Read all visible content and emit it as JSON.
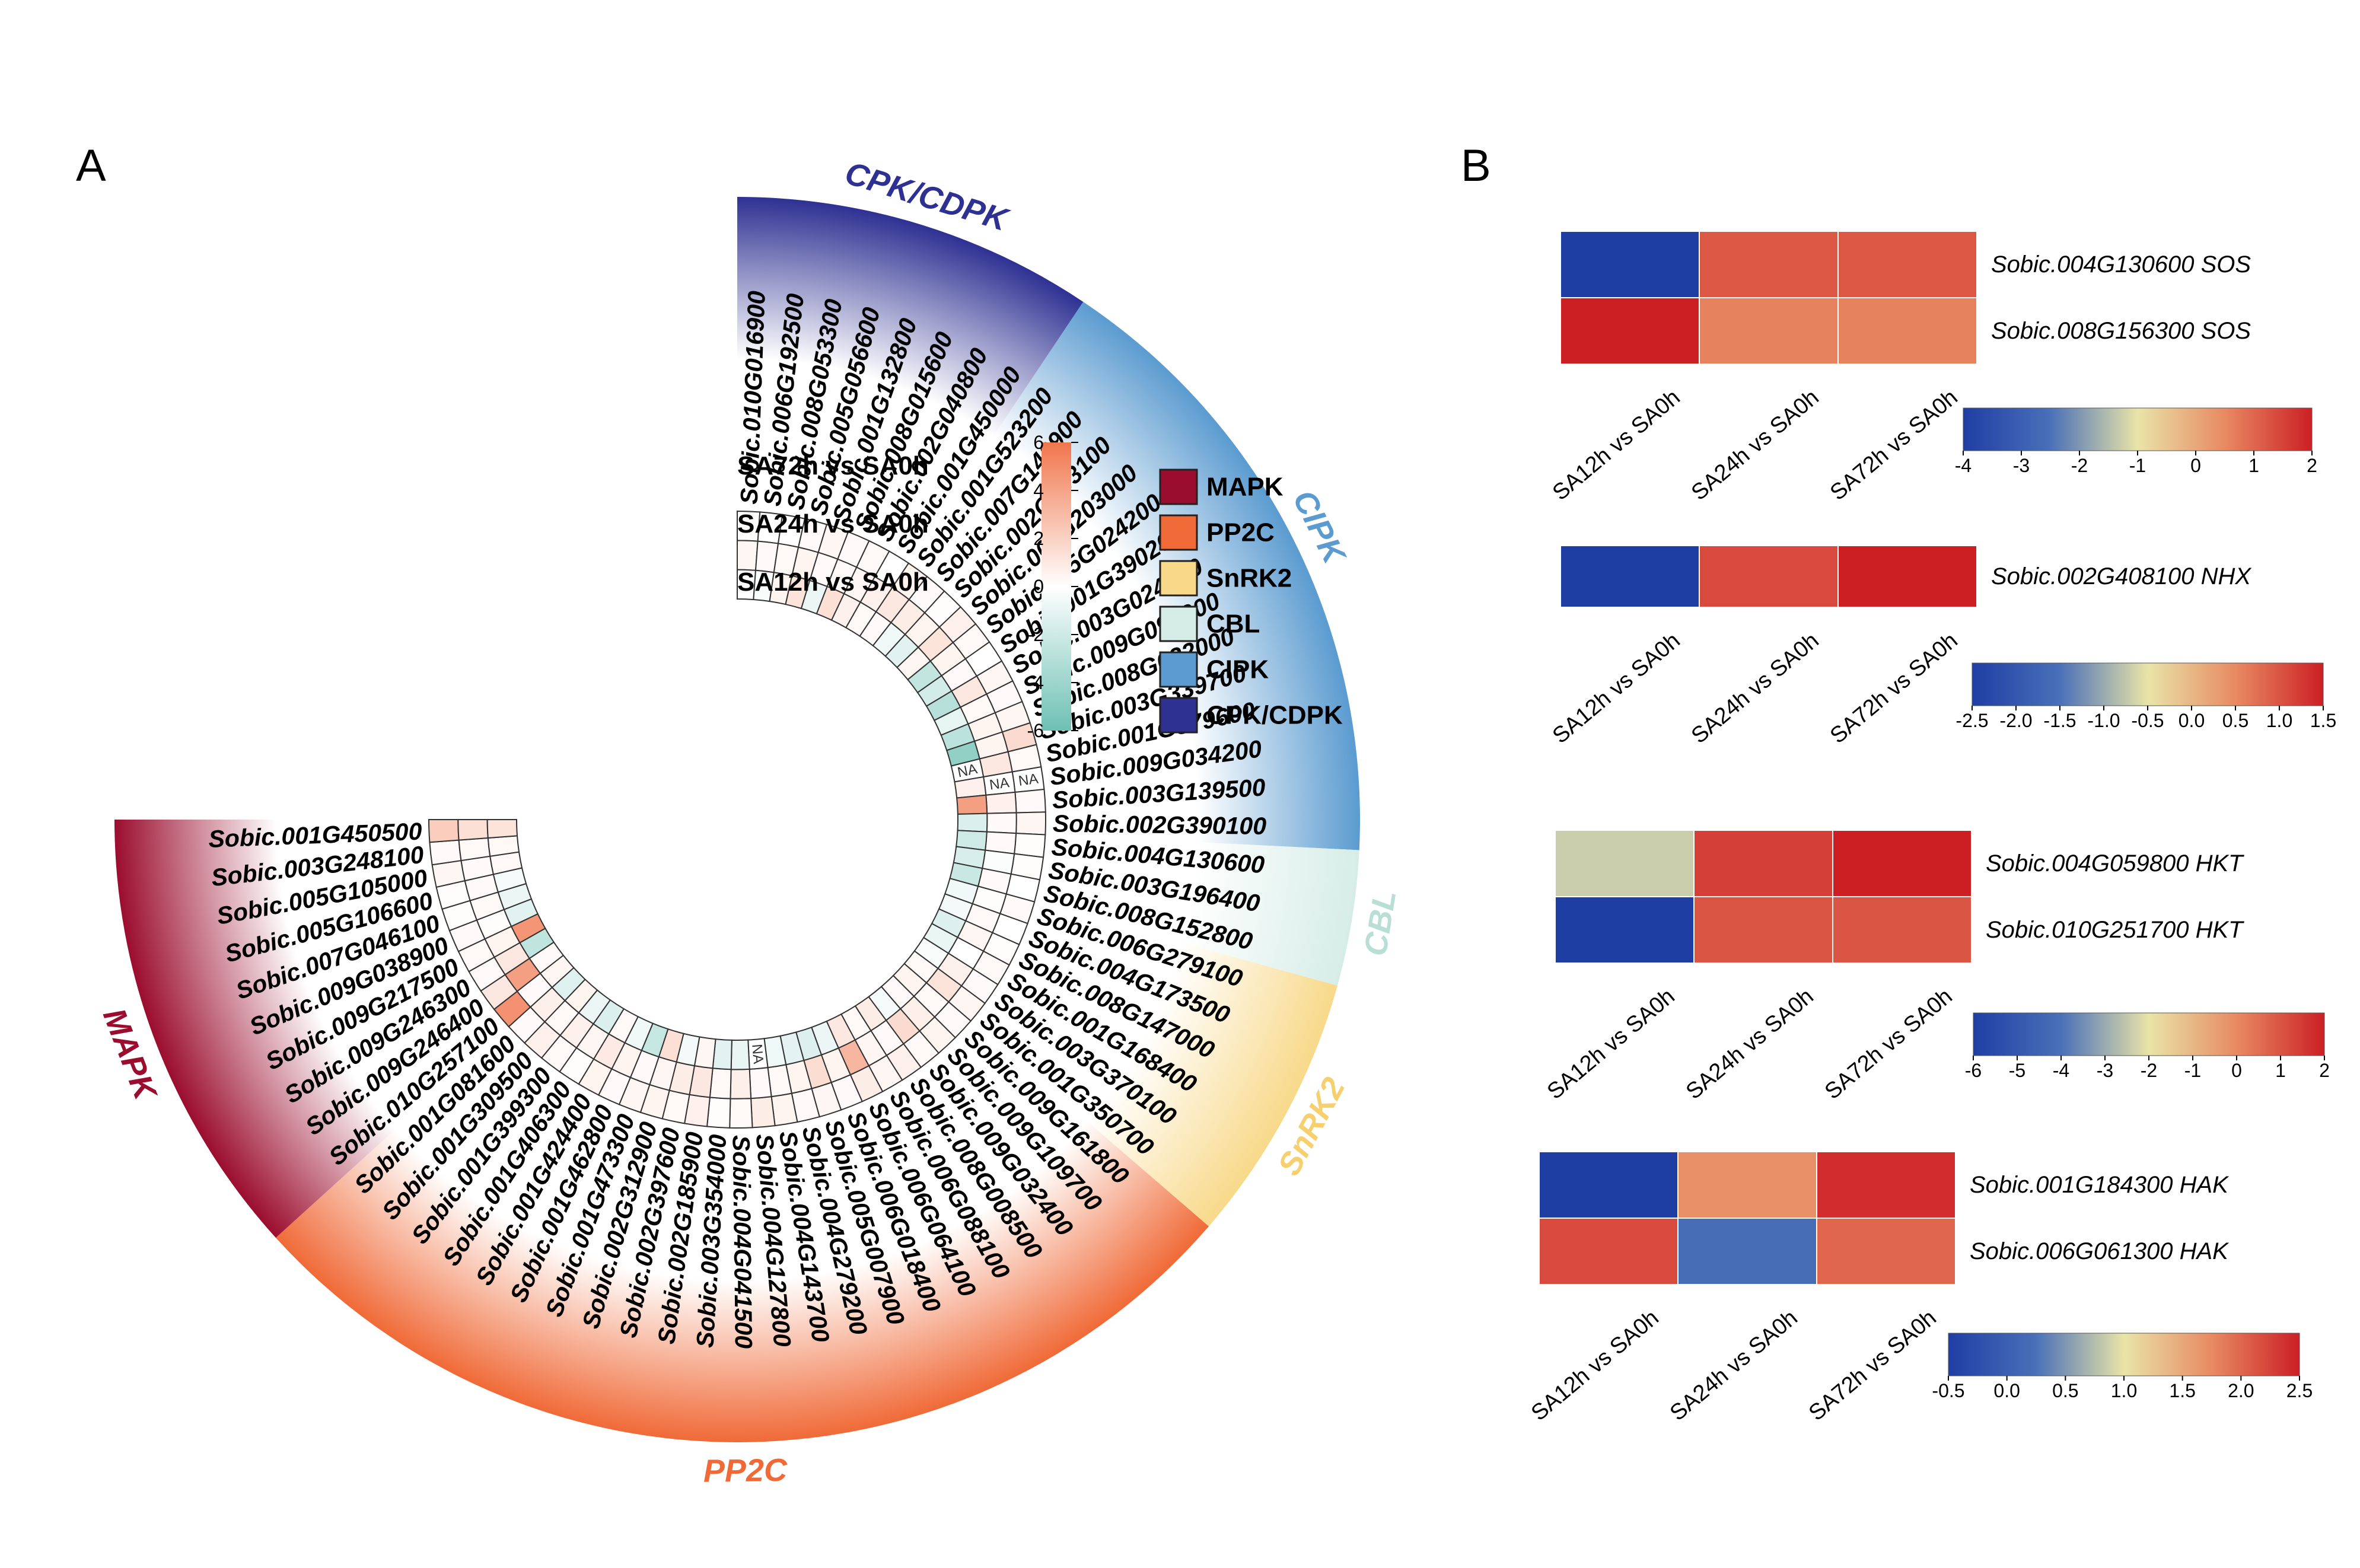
{
  "panel_a": {
    "letter": "A",
    "ring_labels": [
      "SA72h vs SA0h",
      "SA24h vs SA0h",
      "SA12h vs SA0h"
    ],
    "na_label": "NA",
    "color_scale": {
      "ticks": [
        "6",
        "4",
        "2",
        "0",
        "-2",
        "-4",
        "-6"
      ],
      "min": -6,
      "max": 6,
      "low_color": "#6dc0b3",
      "mid_color": "#ffffff",
      "high_color": "#f0764c"
    },
    "legend": [
      {
        "name": "MAPK",
        "color": "#9b0d2e"
      },
      {
        "name": "PP2C",
        "color": "#f06a38"
      },
      {
        "name": "SnRK2",
        "color": "#f8d98a"
      },
      {
        "name": "CBL",
        "color": "#d6ede7"
      },
      {
        "name": "CIPK",
        "color": "#5b9bd0"
      },
      {
        "name": "CPK/CDPK",
        "color": "#2e3192"
      }
    ],
    "families": [
      {
        "name": "CPK/CDPK",
        "color": "#2e3192",
        "genes": [
          "Sobic.010G016900",
          "Sobic.006G192500",
          "Sobic.008G053300",
          "Sobic.005G056600",
          "Sobic.001G132800",
          "Sobic.008G015600",
          "Sobic.002G040800",
          "Sobic.001G450000"
        ]
      },
      {
        "name": "CIPK",
        "color": "#5b9bd0",
        "genes": [
          "Sobic.001G523200",
          "Sobic.007G140900",
          "Sobic.002G203100",
          "Sobic.002G203000",
          "Sobic.005G024200",
          "Sobic.001G390200",
          "Sobic.003G024400",
          "Sobic.009G097300",
          "Sobic.008G032000",
          "Sobic.003G339700",
          "Sobic.001G379600",
          "Sobic.009G034200",
          "Sobic.003G139500",
          "Sobic.002G390100"
        ]
      },
      {
        "name": "CBL",
        "color": "#d6ede7",
        "genes": [
          "Sobic.004G130600",
          "Sobic.003G196400",
          "Sobic.008G152800"
        ]
      },
      {
        "name": "SnRK2",
        "color": "#f8d98a",
        "genes": [
          "Sobic.006G279100",
          "Sobic.004G173500",
          "Sobic.008G147000",
          "Sobic.001G168400",
          "Sobic.003G370100",
          "Sobic.001G350700"
        ]
      },
      {
        "name": "PP2C",
        "color": "#f06a38",
        "genes": [
          "Sobic.009G161800",
          "Sobic.009G109700",
          "Sobic.009G032400",
          "Sobic.008G008500",
          "Sobic.006G088100",
          "Sobic.006G064100",
          "Sobic.006G018400",
          "Sobic.005G007900",
          "Sobic.004G279200",
          "Sobic.004G143700",
          "Sobic.004G127800",
          "Sobic.004G041500",
          "Sobic.003G354000",
          "Sobic.002G185900",
          "Sobic.002G397600",
          "Sobic.002G312900",
          "Sobic.001G473300",
          "Sobic.001G462800",
          "Sobic.001G424400",
          "Sobic.001G406300",
          "Sobic.001G399300",
          "Sobic.001G309500",
          "Sobic.001G081600"
        ]
      },
      {
        "name": "MAPK",
        "color": "#9b0d2e",
        "genes": [
          "Sobic.010G257100",
          "Sobic.009G246400",
          "Sobic.009G246300",
          "Sobic.009G217500",
          "Sobic.009G038900",
          "Sobic.007G046100",
          "Sobic.005G106600",
          "Sobic.005G105000",
          "Sobic.003G248100",
          "Sobic.001G450500"
        ]
      }
    ]
  },
  "panel_b": {
    "letter": "B",
    "column_labels": [
      "SA12h vs SA0h",
      "SA24h vs SA0h",
      "SA72h vs SA0h"
    ]
  },
  "chart_data": [
    {
      "type": "heatmap",
      "layout": "circular",
      "rings": [
        "SA72h vs SA0h",
        "SA24h vs SA0h",
        "SA12h vs SA0h"
      ],
      "value_range": [
        -6,
        6
      ],
      "note_cells": "NA = not available",
      "rows": [
        {
          "gene": "Sobic.010G016900",
          "values": [
            0.1,
            0.4,
            0
          ]
        },
        {
          "gene": "Sobic.006G192500",
          "values": [
            0,
            0.2,
            -0.3
          ]
        },
        {
          "gene": "Sobic.008G053300",
          "values": [
            0,
            0.3,
            0.5
          ]
        },
        {
          "gene": "Sobic.005G056600",
          "values": [
            0.2,
            0.5,
            1.2
          ]
        },
        {
          "gene": "Sobic.001G132800",
          "values": [
            0.4,
            0.2,
            -0.8
          ]
        },
        {
          "gene": "Sobic.008G015600",
          "values": [
            0.2,
            0.3,
            1.4
          ]
        },
        {
          "gene": "Sobic.002G040800",
          "values": [
            0.3,
            0.4,
            0.6
          ]
        },
        {
          "gene": "Sobic.001G450000",
          "values": [
            0,
            0.6,
            0.3
          ]
        },
        {
          "gene": "Sobic.001G523200",
          "values": [
            0.5,
            1,
            0.2
          ]
        },
        {
          "gene": "Sobic.007G140900",
          "values": [
            0.2,
            0.8,
            -0.6
          ]
        },
        {
          "gene": "Sobic.002G203100",
          "values": [
            0.1,
            0.5,
            -1.2
          ]
        },
        {
          "gene": "Sobic.002G203000",
          "values": [
            0.6,
            1.2,
            0.4
          ]
        },
        {
          "gene": "Sobic.005G024200",
          "values": [
            0.3,
            0.5,
            -2.5
          ]
        },
        {
          "gene": "Sobic.001G390200",
          "values": [
            0,
            0.2,
            -1.8
          ]
        },
        {
          "gene": "Sobic.003G024400",
          "values": [
            0.4,
            1,
            -3
          ]
        },
        {
          "gene": "Sobic.009G097300",
          "values": [
            0.2,
            0.3,
            -1
          ]
        },
        {
          "gene": "Sobic.008G032000",
          "values": [
            0.4,
            0.5,
            -2.8
          ]
        },
        {
          "gene": "Sobic.003G339700",
          "values": [
            1.6,
            0.5,
            -4.5
          ]
        },
        {
          "gene": "Sobic.001G379600",
          "values": [
            0.3,
            1,
            "NA"
          ]
        },
        {
          "gene": "Sobic.009G034200",
          "values": [
            "NA",
            "NA",
            0.6
          ]
        },
        {
          "gene": "Sobic.003G139500",
          "values": [
            0.2,
            0.6,
            4.2
          ]
        },
        {
          "gene": "Sobic.002G390100",
          "values": [
            0.4,
            0.2,
            -1.5
          ]
        },
        {
          "gene": "Sobic.004G130600",
          "values": [
            0.1,
            0.2,
            -2
          ]
        },
        {
          "gene": "Sobic.003G196400",
          "values": [
            0.1,
            -0.2,
            -1.6
          ]
        },
        {
          "gene": "Sobic.008G152800",
          "values": [
            0,
            0.2,
            -2.2
          ]
        },
        {
          "gene": "Sobic.006G279100",
          "values": [
            0.2,
            0.1,
            -0.6
          ]
        },
        {
          "gene": "Sobic.004G173500",
          "values": [
            0,
            0.3,
            -0.5
          ]
        },
        {
          "gene": "Sobic.008G147000",
          "values": [
            0.1,
            0.4,
            -1.4
          ]
        },
        {
          "gene": "Sobic.001G168400",
          "values": [
            0.3,
            0,
            -0.9
          ]
        },
        {
          "gene": "Sobic.003G370100",
          "values": [
            0.2,
            0.6,
            -0.3
          ]
        },
        {
          "gene": "Sobic.001G350700",
          "values": [
            0.4,
            1.2,
            0.3
          ]
        },
        {
          "gene": "Sobic.009G161800",
          "values": [
            0.2,
            0.3,
            0.5
          ]
        },
        {
          "gene": "Sobic.009G109700",
          "values": [
            0.5,
            0.7,
            0.2
          ]
        },
        {
          "gene": "Sobic.009G032400",
          "values": [
            0.3,
            1.6,
            -0.4
          ]
        },
        {
          "gene": "Sobic.008G008500",
          "values": [
            0.6,
            0.2,
            0.8
          ]
        },
        {
          "gene": "Sobic.006G088100",
          "values": [
            0.4,
            0.4,
            0.3
          ]
        },
        {
          "gene": "Sobic.006G064100",
          "values": [
            0.8,
            3.2,
            1
          ]
        },
        {
          "gene": "Sobic.006G018400",
          "values": [
            0.2,
            0.5,
            -0.8
          ]
        },
        {
          "gene": "Sobic.005G007900",
          "values": [
            0.4,
            1.5,
            -1.4
          ]
        },
        {
          "gene": "Sobic.004G279200",
          "values": [
            0.2,
            0.5,
            -1.1
          ]
        },
        {
          "gene": "Sobic.004G143700",
          "values": [
            0.5,
            0.3,
            -0.7
          ]
        },
        {
          "gene": "Sobic.004G127800",
          "values": [
            0.8,
            0.2,
            "NA"
          ]
        },
        {
          "gene": "Sobic.004G041500",
          "values": [
            0.3,
            0.7,
            -0.9
          ]
        },
        {
          "gene": "Sobic.003G354000",
          "values": [
            0.1,
            0.3,
            -1.2
          ]
        },
        {
          "gene": "Sobic.002G185900",
          "values": [
            0.6,
            1,
            0.4
          ]
        },
        {
          "gene": "Sobic.002G397600",
          "values": [
            0.3,
            0.8,
            -0.5
          ]
        },
        {
          "gene": "Sobic.002G312900",
          "values": [
            0.5,
            0.4,
            1.4
          ]
        },
        {
          "gene": "Sobic.001G473300",
          "values": [
            0.4,
            0.2,
            -2.4
          ]
        },
        {
          "gene": "Sobic.001G462800",
          "values": [
            0.2,
            0.5,
            -0.6
          ]
        },
        {
          "gene": "Sobic.001G424400",
          "values": [
            0.5,
            0.9,
            0.3
          ]
        },
        {
          "gene": "Sobic.001G406300",
          "values": [
            0.1,
            0.4,
            -1.5
          ]
        },
        {
          "gene": "Sobic.001G399300",
          "values": [
            0.3,
            0.6,
            -0.8
          ]
        },
        {
          "gene": "Sobic.001G309500",
          "values": [
            0.6,
            0.3,
            0.5
          ]
        },
        {
          "gene": "Sobic.001G081600",
          "values": [
            0.2,
            0.7,
            -1.3
          ]
        },
        {
          "gene": "Sobic.010G257100",
          "values": [
            4.8,
            0.2,
            0.4
          ]
        },
        {
          "gene": "Sobic.009G246400",
          "values": [
            1,
            4.2,
            0.2
          ]
        },
        {
          "gene": "Sobic.009G246300",
          "values": [
            0.2,
            1,
            -2.6
          ]
        },
        {
          "gene": "Sobic.009G217500",
          "values": [
            0.3,
            0.5,
            4.6
          ]
        },
        {
          "gene": "Sobic.009G038900",
          "values": [
            0.2,
            0.1,
            -1.2
          ]
        },
        {
          "gene": "Sobic.007G046100",
          "values": [
            0.1,
            0.3,
            -0.8
          ]
        },
        {
          "gene": "Sobic.005G106600",
          "values": [
            0.1,
            0.2,
            -0.4
          ]
        },
        {
          "gene": "Sobic.005G105000",
          "values": [
            0.4,
            0.2,
            0.3
          ]
        },
        {
          "gene": "Sobic.003G248100",
          "values": [
            0.2,
            0.3,
            0.3
          ]
        },
        {
          "gene": "Sobic.001G450500",
          "values": [
            2.2,
            1.4,
            1.2
          ]
        }
      ]
    },
    {
      "type": "heatmap",
      "columns": [
        "SA12h vs SA0h",
        "SA24h vs SA0h",
        "SA72h vs SA0h"
      ],
      "rows": [
        "Sobic.004G130600 SOS",
        "Sobic.008G156300 SOS"
      ],
      "values": [
        [
          -4,
          1.2,
          1.2
        ],
        [
          2,
          0.6,
          0.6
        ]
      ],
      "colorbar": {
        "range": [
          -4,
          2
        ],
        "ticks": [
          "-4",
          "-3",
          "-2",
          "-1",
          "0",
          "1",
          "2"
        ]
      }
    },
    {
      "type": "heatmap",
      "columns": [
        "SA12h vs SA0h",
        "SA24h vs SA0h",
        "SA72h vs SA0h"
      ],
      "rows": [
        "Sobic.002G408100 NHX"
      ],
      "values": [
        [
          -2.5,
          1.1,
          1.5
        ]
      ],
      "colorbar": {
        "range": [
          -2.5,
          1.5
        ],
        "ticks": [
          "-2.5",
          "-2.0",
          "-1.5",
          "-1.0",
          "-0.5",
          "0.0",
          "0.5",
          "1.0",
          "1.5"
        ]
      }
    },
    {
      "type": "heatmap",
      "columns": [
        "SA12h vs SA0h",
        "SA24h vs SA0h",
        "SA72h vs SA0h"
      ],
      "rows": [
        "Sobic.004G059800 HKT",
        "Sobic.010G251700 HKT"
      ],
      "values": [
        [
          -2.4,
          1.4,
          2
        ],
        [
          -6,
          1,
          1
        ]
      ],
      "colorbar": {
        "range": [
          -6,
          2
        ],
        "ticks": [
          "-6",
          "-5",
          "-4",
          "-3",
          "-2",
          "-1",
          "0",
          "1",
          "2"
        ]
      }
    },
    {
      "type": "heatmap",
      "columns": [
        "SA12h vs SA0h",
        "SA24h vs SA0h",
        "SA72h vs SA0h"
      ],
      "rows": [
        "Sobic.001G184300 HAK",
        "Sobic.006G061300 HAK"
      ],
      "values": [
        [
          -0.5,
          1.7,
          2.4
        ],
        [
          2.2,
          0.2,
          2
        ]
      ],
      "colorbar": {
        "range": [
          -0.5,
          2.5
        ],
        "ticks": [
          "-0.5",
          "0.0",
          "0.5",
          "1.0",
          "1.5",
          "2.0",
          "2.5"
        ]
      }
    }
  ]
}
